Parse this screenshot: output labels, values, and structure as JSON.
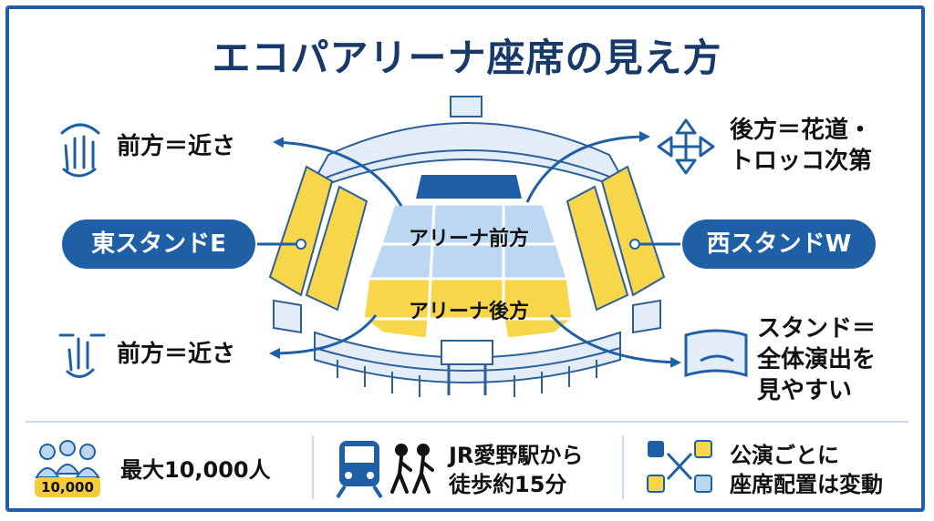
{
  "title": "エコパアリーナ座席の見え方",
  "left_top_label": "前方＝近さ",
  "left_bottom_label": "前方＝近さ",
  "right_top_label": [
    "後方＝花道・",
    "トロッコ次第"
  ],
  "right_bottom_label": [
    "スタンド＝",
    "全体演出を",
    "見やすい"
  ],
  "east_stand": "東スタンドE",
  "west_stand": "西スタンドW",
  "arena_front": "アリーナ前方",
  "arena_back": "アリーナ後方",
  "footer": {
    "capacity": "最大10,000人",
    "capacity_badge": "10,000",
    "access": [
      "JR愛野駅から",
      "徒歩約15分"
    ],
    "layout": [
      "公演ごとに",
      "座席配置は変動"
    ]
  },
  "colors": {
    "primary": "#1f5fa6",
    "title": "#173a6b",
    "stand_yellow": "#f7d64a",
    "arena_blue": "#bcd7f2",
    "structure": "#e3edf8"
  }
}
